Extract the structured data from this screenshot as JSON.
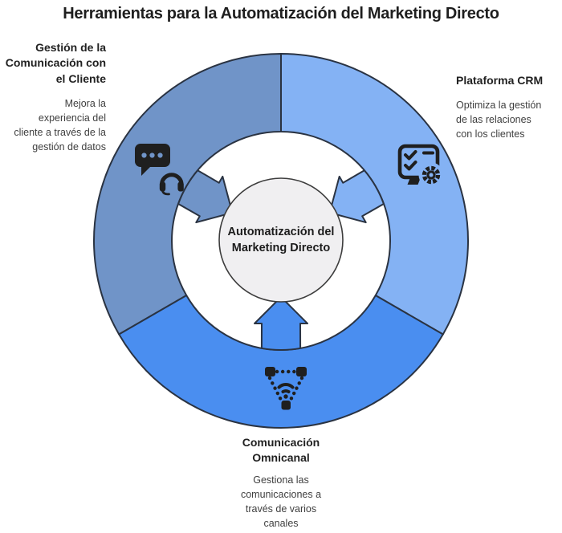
{
  "title": "Herramientas para la Automatización del Marketing Directo",
  "center": {
    "label": [
      "Automatización del",
      "Marketing Directo"
    ]
  },
  "colors": {
    "outline": "#2a3342",
    "center_fill": "#f0eff1",
    "center_stroke": "#3d3d3d",
    "left": "#7094c8",
    "right": "#84b2f4",
    "bottom": "#4a8ef0",
    "icon": "#1f1f1f"
  },
  "sections": {
    "left": {
      "heading": [
        "Gestión de la",
        "Comunicación con",
        "el Cliente"
      ],
      "body": [
        "Mejora la",
        "experiencia del",
        "cliente a través de la",
        "gestión de datos"
      ],
      "icon": "chat-headset-icon"
    },
    "right": {
      "heading": [
        "Plataforma CRM"
      ],
      "body": [
        "Optimiza la gestión",
        "de las relaciones",
        "con los clientes"
      ],
      "icon": "crm-monitor-gear-icon"
    },
    "bottom": {
      "heading": [
        "Comunicación",
        "Omnicanal"
      ],
      "body": [
        "Gestiona las",
        "comunicaciones a",
        "través de varios",
        "canales"
      ],
      "icon": "omnichannel-network-icon"
    }
  }
}
